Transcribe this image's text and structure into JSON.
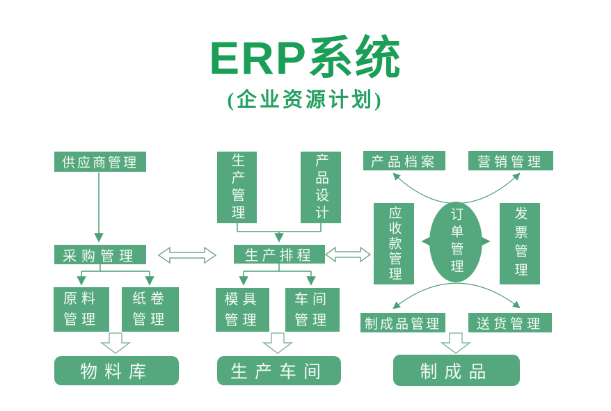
{
  "title": "ERP系统",
  "subtitle": "(企业资源计划)",
  "colors": {
    "title_green": "#1b9e57",
    "subtitle_green": "#25a061",
    "node_green": "#55a87d",
    "node_text": "#ffffff",
    "connector_green": "#4aa178",
    "hollow_arrow_stroke": "#8cb8a2",
    "background": "#ffffff"
  },
  "nodes": {
    "supplier_mgmt": {
      "label": "供应商管理"
    },
    "purchase_mgmt": {
      "label": "采购管理"
    },
    "raw_material_mgmt": {
      "label": "原料管理"
    },
    "paper_roll_mgmt": {
      "label": "纸卷管理"
    },
    "material_warehouse": {
      "label": "物料库"
    },
    "production_mgmt": {
      "label": "生产管理"
    },
    "product_design": {
      "label": "产品设计"
    },
    "production_scheduling": {
      "label": "生产排程"
    },
    "mold_mgmt": {
      "label": "模具管理"
    },
    "workshop_mgmt": {
      "label": "车间管理"
    },
    "production_workshop": {
      "label": "生产车间"
    },
    "product_archive": {
      "label": "产品档案"
    },
    "marketing_mgmt": {
      "label": "营销管理"
    },
    "receivables_mgmt": {
      "label": "应收款管理"
    },
    "order_mgmt": {
      "label": "订单管理"
    },
    "invoice_mgmt": {
      "label": "发票管理"
    },
    "finished_goods_mgmt": {
      "label": "制成品管理"
    },
    "delivery_mgmt": {
      "label": "送货管理"
    },
    "finished_goods": {
      "label": "制成品"
    }
  }
}
